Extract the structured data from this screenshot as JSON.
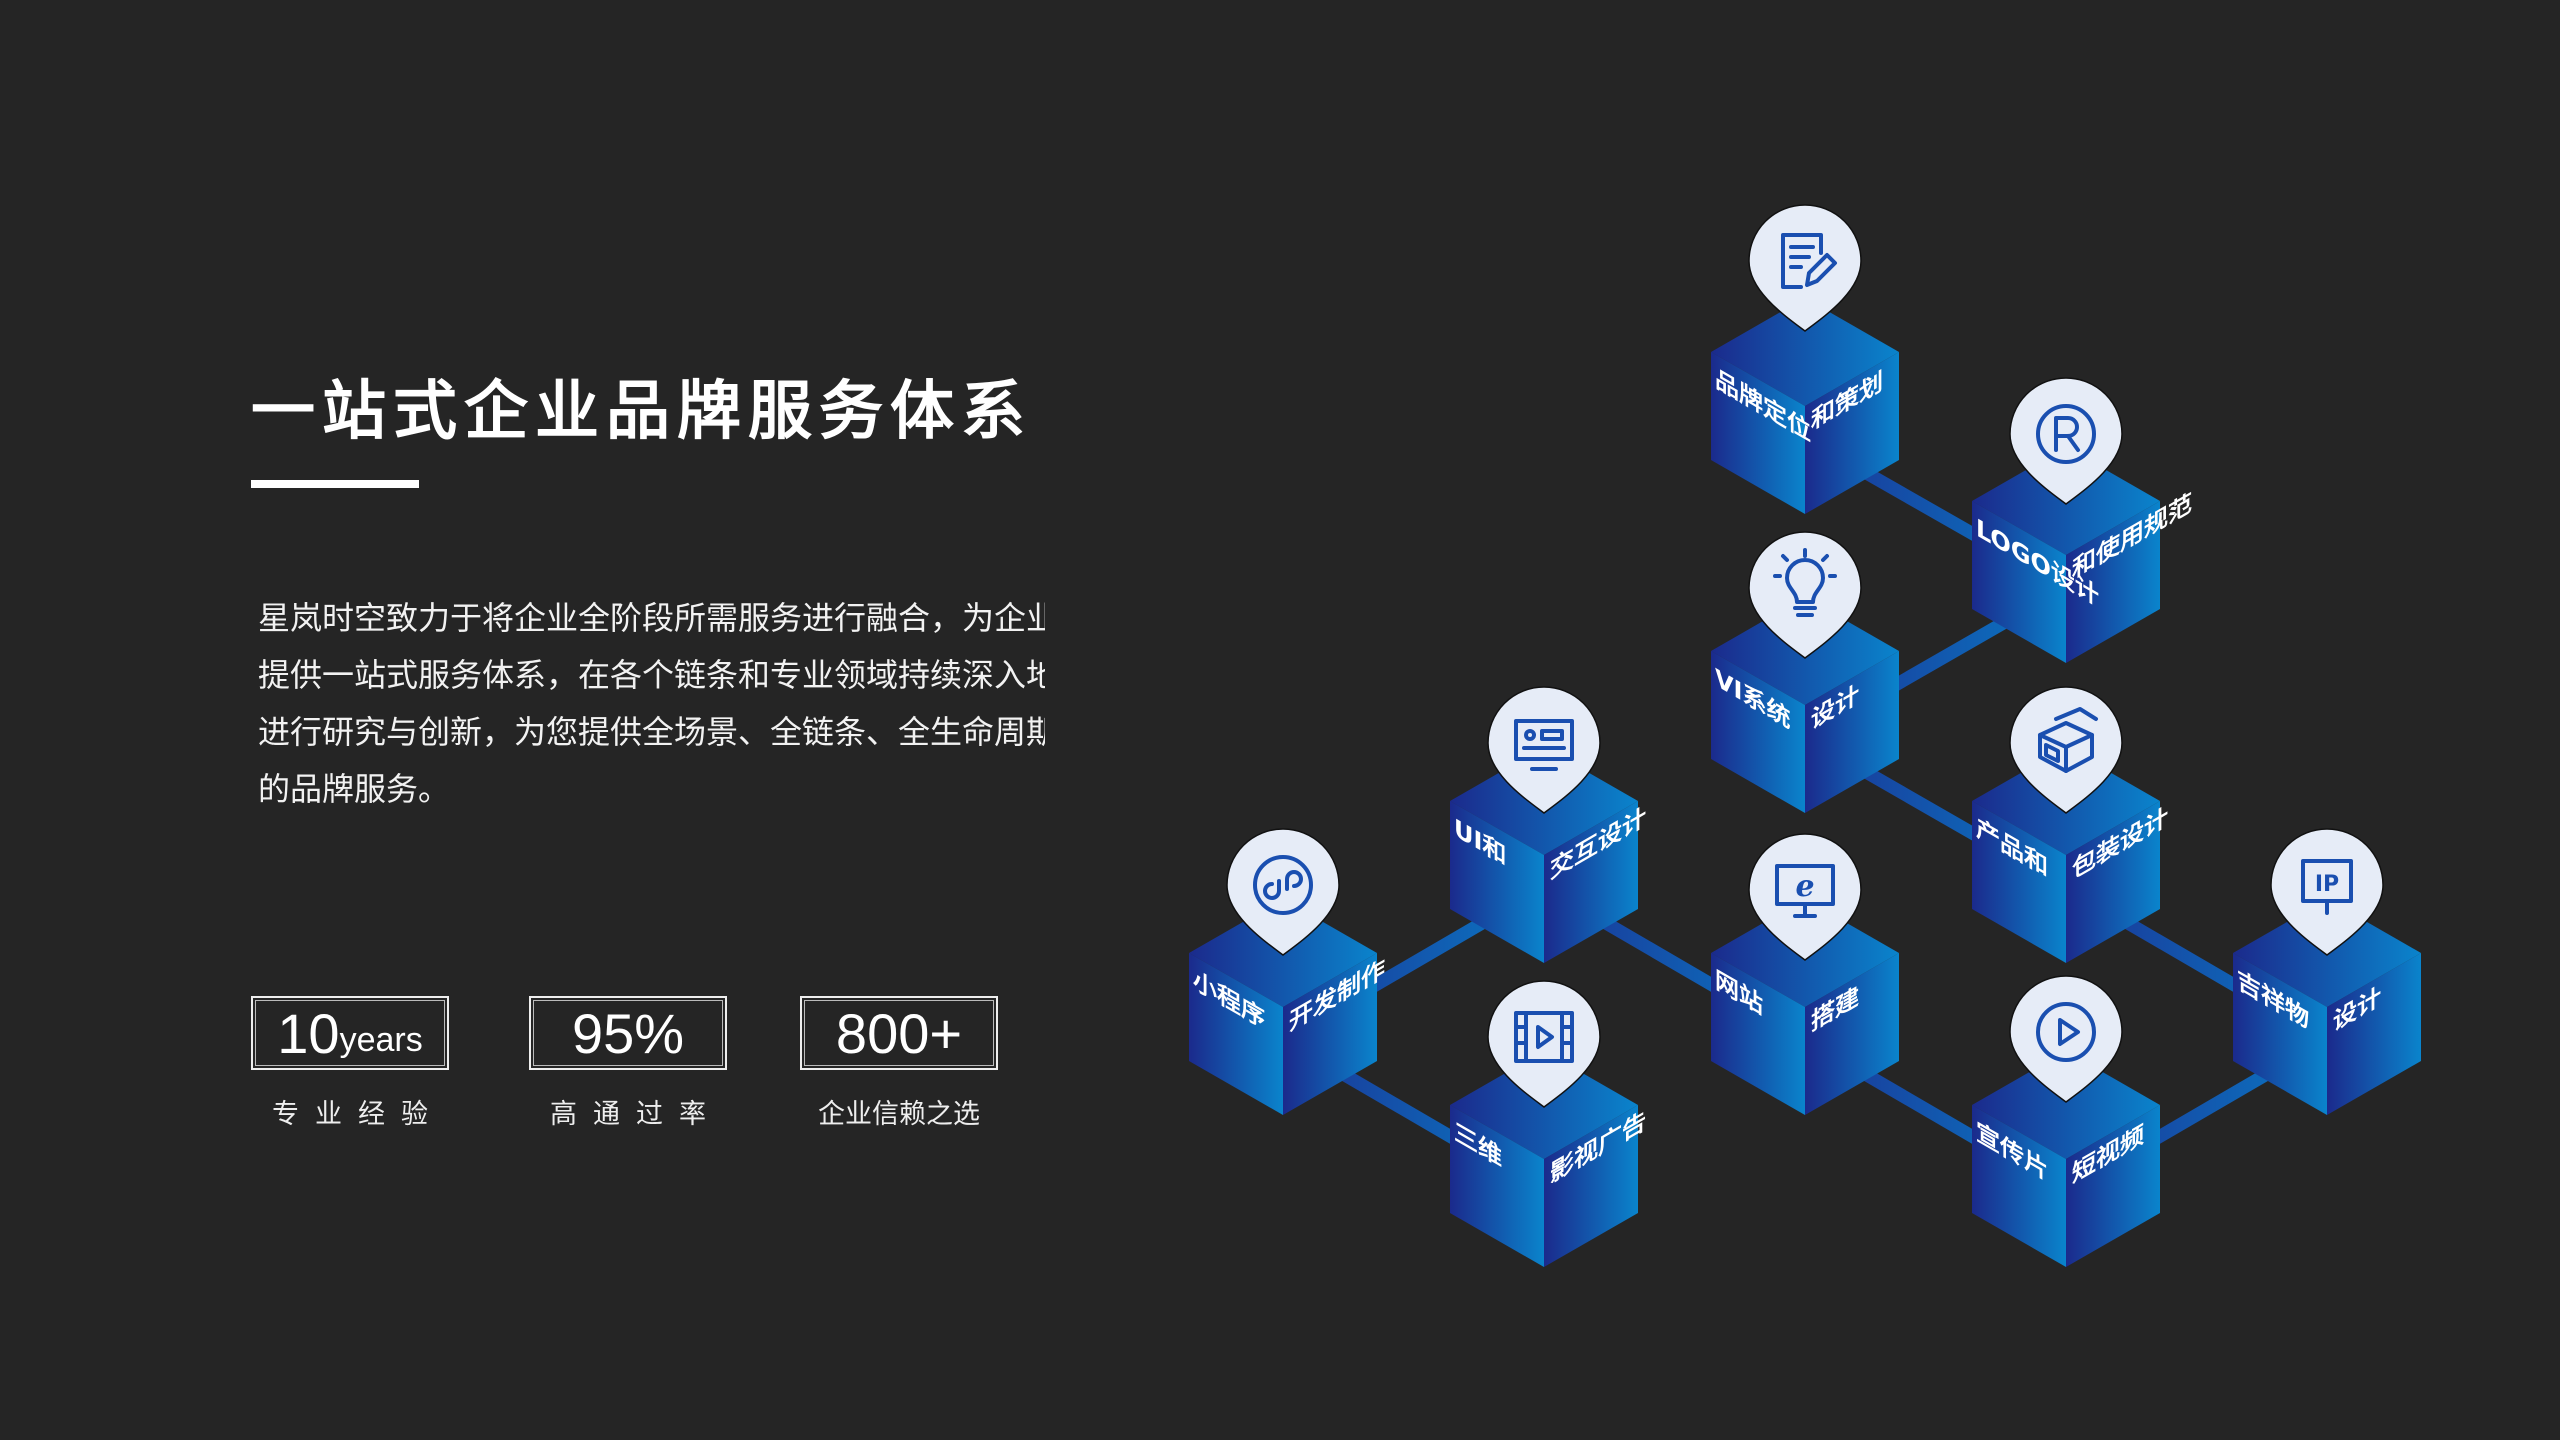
{
  "heading": {
    "title": "一站式企业品牌服务体系",
    "paragraph_lines": [
      "星岚时空致力于将企业全阶段所需服务进行融合，为企业",
      "提供一站式服务体系，在各个链条和专业领域持续深入地",
      "进行研究与创新，为您提供全场景、全链条、全生命周期",
      "的品牌服务。"
    ]
  },
  "stats": [
    {
      "value": "10",
      "unit": "years",
      "label": "专业经验"
    },
    {
      "value": "95%",
      "unit": "",
      "label": "高通过率"
    },
    {
      "value": "800+",
      "unit": "",
      "label": "企业信赖之选"
    }
  ],
  "colors": {
    "background": "#252525",
    "cube_dark": "#1b2a8c",
    "cube_light": "#0a84cc",
    "pin": "#e6ecf7",
    "icon": "#1a4fb0"
  },
  "cubes": [
    {
      "id": "brand",
      "left": "品牌定位",
      "right": "和策划",
      "icon": "document-edit-icon"
    },
    {
      "id": "logo",
      "left": "LOGO设计",
      "right": "和使用规范",
      "icon": "registered-trademark-icon"
    },
    {
      "id": "vi",
      "left": "VI系统",
      "right": "设计",
      "icon": "lightbulb-icon"
    },
    {
      "id": "product",
      "left": "产品和",
      "right": "包装设计",
      "icon": "package-box-icon"
    },
    {
      "id": "ui",
      "left": "UI和",
      "right": "交互设计",
      "icon": "ui-screen-icon"
    },
    {
      "id": "miniprogram",
      "left": "小程序",
      "right": "开发制作",
      "icon": "mini-program-icon"
    },
    {
      "id": "website",
      "left": "网站",
      "right": "搭建",
      "icon": "web-browser-monitor-icon"
    },
    {
      "id": "mascot",
      "left": "吉祥物",
      "right": "设计",
      "icon": "ip-sign-icon"
    },
    {
      "id": "3d",
      "left": "三维",
      "right": "影视广告",
      "icon": "film-play-icon"
    },
    {
      "id": "promo",
      "left": "宣传片",
      "right": "短视频",
      "icon": "play-circle-icon"
    }
  ],
  "connections": [
    [
      "brand",
      "logo"
    ],
    [
      "logo",
      "vi"
    ],
    [
      "vi",
      "product"
    ],
    [
      "ui",
      "miniprogram"
    ],
    [
      "ui",
      "website"
    ],
    [
      "miniprogram",
      "3d"
    ],
    [
      "website",
      "promo"
    ],
    [
      "product",
      "mascot"
    ],
    [
      "promo",
      "mascot"
    ]
  ]
}
